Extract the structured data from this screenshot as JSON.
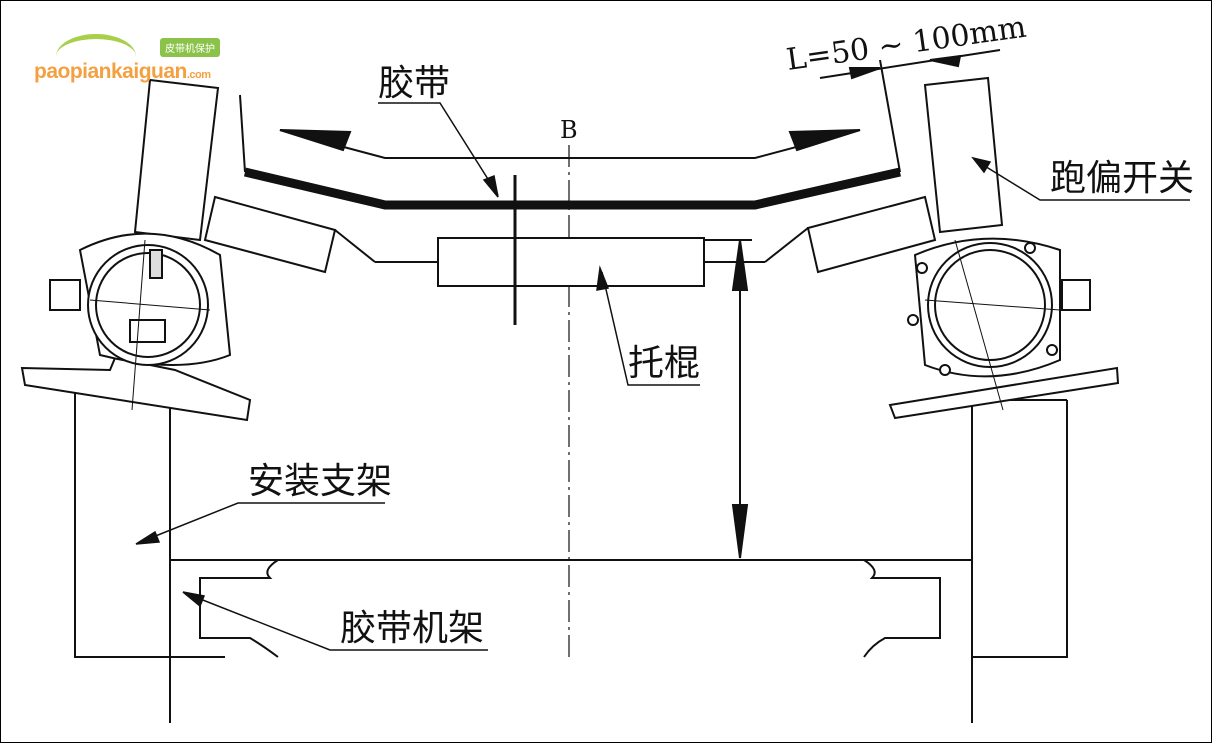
{
  "logo": {
    "main": "paopiankaiguan",
    "suffix": ".com",
    "badge": "皮带机保护"
  },
  "labels": {
    "belt": "胶带",
    "center_mark": "B",
    "distance": "L=50 ~ 100mm",
    "switch": "跑偏开关",
    "idler": "托棍",
    "bracket": "安装支架",
    "frame": "胶带机架"
  }
}
